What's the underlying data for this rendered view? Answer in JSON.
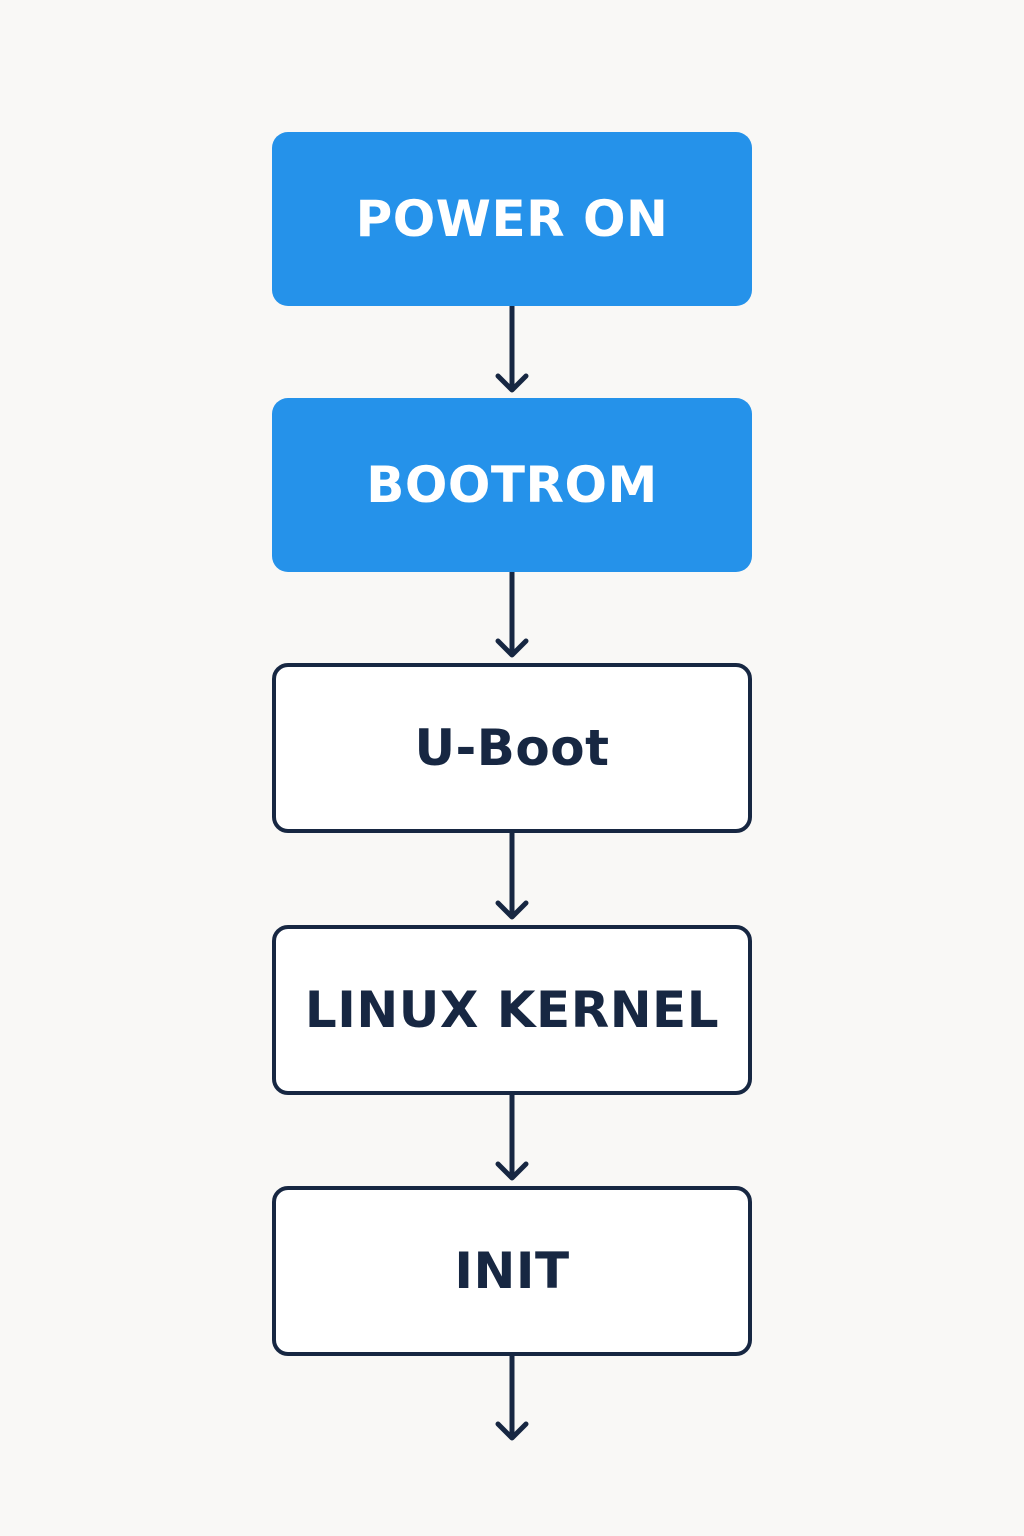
{
  "diagram": {
    "nodes": [
      {
        "id": "power-on",
        "label": "POWER ON",
        "style": "filled"
      },
      {
        "id": "bootrom",
        "label": "BOOTROM",
        "style": "filled"
      },
      {
        "id": "u-boot",
        "label": "U-Boot",
        "style": "outlined"
      },
      {
        "id": "linux-kernel",
        "label": "LINUX KERNEL",
        "style": "outlined"
      },
      {
        "id": "init",
        "label": "INIT",
        "style": "outlined"
      }
    ],
    "edges": [
      {
        "from": "power-on",
        "to": "bootrom"
      },
      {
        "from": "bootrom",
        "to": "u-boot"
      },
      {
        "from": "u-boot",
        "to": "linux-kernel"
      },
      {
        "from": "linux-kernel",
        "to": "init"
      },
      {
        "from": "init",
        "to": null
      }
    ]
  },
  "colors": {
    "background": "#f9f8f6",
    "filled_box": "#2592ea",
    "outline": "#172742",
    "arrow": "#172742"
  }
}
